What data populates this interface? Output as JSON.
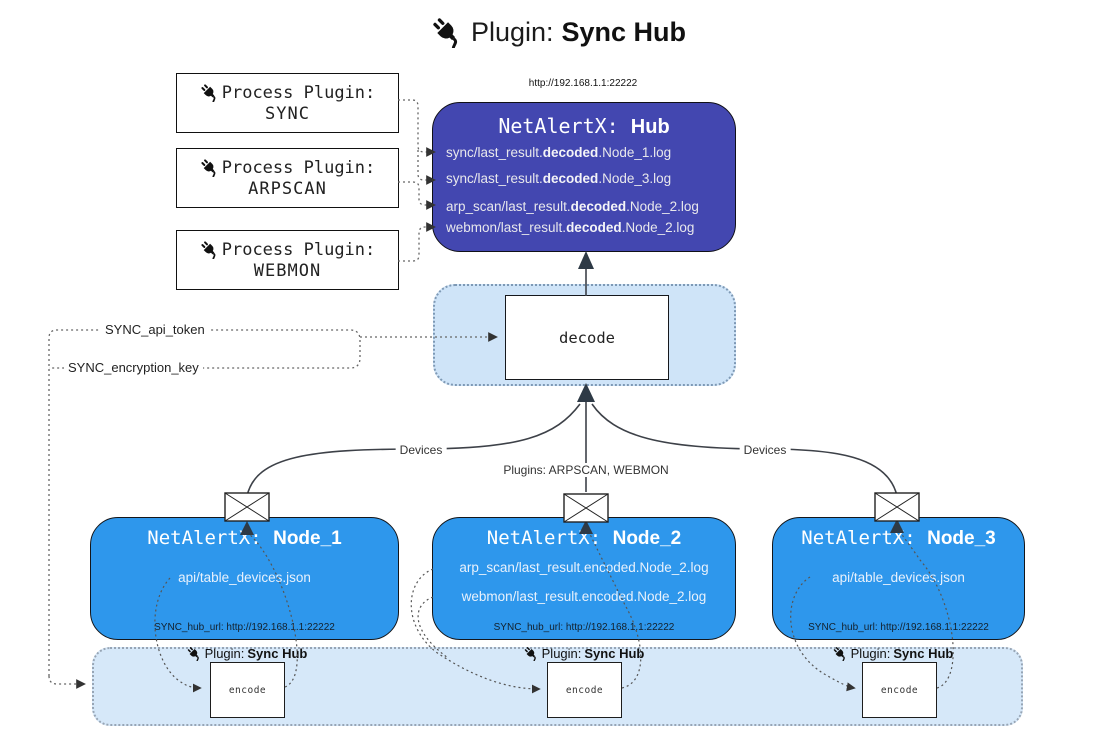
{
  "title": {
    "prefix": "Plugin:",
    "bold": "Sync Hub"
  },
  "hub": {
    "url": "http://192.168.1.1:22222",
    "name_prefix": "NetAlertX:",
    "name": "Hub",
    "lines": [
      {
        "pre": "sync/last_result.",
        "bold": "decoded",
        "post": ".Node_1.log"
      },
      {
        "pre": "sync/last_result.",
        "bold": "decoded",
        "post": ".Node_3.log"
      },
      {
        "pre": "arp_scan/last_result.",
        "bold": "decoded",
        "post": ".Node_2.log"
      },
      {
        "pre": "webmon/last_result.",
        "bold": "decoded",
        "post": ".Node_2.log"
      }
    ]
  },
  "process_plugins": [
    {
      "label": "Process Plugin:",
      "name": "SYNC"
    },
    {
      "label": "Process Plugin:",
      "name": "ARPSCAN"
    },
    {
      "label": "Process Plugin:",
      "name": "WEBMON"
    }
  ],
  "decode_label": "decode",
  "settings": {
    "api_token": "SYNC_api_token",
    "encryption_key": "SYNC_encryption_key"
  },
  "edge_labels": {
    "devices_left": "Devices",
    "plugins_center": "Plugins: ARPSCAN, WEBMON",
    "devices_right": "Devices"
  },
  "nodes": [
    {
      "name_prefix": "NetAlertX:",
      "name": "Node_1",
      "lines": [
        "api/table_devices.json"
      ],
      "hub_url": "SYNC_hub_url: http://192.168.1.1:22222"
    },
    {
      "name_prefix": "NetAlertX:",
      "name": "Node_2",
      "lines": [
        "arp_scan/last_result.encoded.Node_2.log",
        "webmon/last_result.encoded.Node_2.log"
      ],
      "hub_url": "SYNC_hub_url: http://192.168.1.1:22222"
    },
    {
      "name_prefix": "NetAlertX:",
      "name": "Node_3",
      "lines": [
        "api/table_devices.json"
      ],
      "hub_url": "SYNC_hub_url: http://192.168.1.1:22222"
    }
  ],
  "encoders": [
    {
      "label_prefix": "Plugin:",
      "label_bold": "Sync Hub",
      "box_label": "encode"
    },
    {
      "label_prefix": "Plugin:",
      "label_bold": "Sync Hub",
      "box_label": "encode"
    },
    {
      "label_prefix": "Plugin:",
      "label_bold": "Sync Hub",
      "box_label": "encode"
    }
  ],
  "icons": {
    "plug": "plug-icon",
    "envelope": "envelope-icon"
  },
  "colors": {
    "hub_fill": "#4347b0",
    "node_fill": "#2e97ec",
    "band_fill": "#d6e8f9",
    "decode_container_fill": "#cfe4f8",
    "hub_text": "#e8e8ec",
    "node_text": "#e8f1fc"
  }
}
